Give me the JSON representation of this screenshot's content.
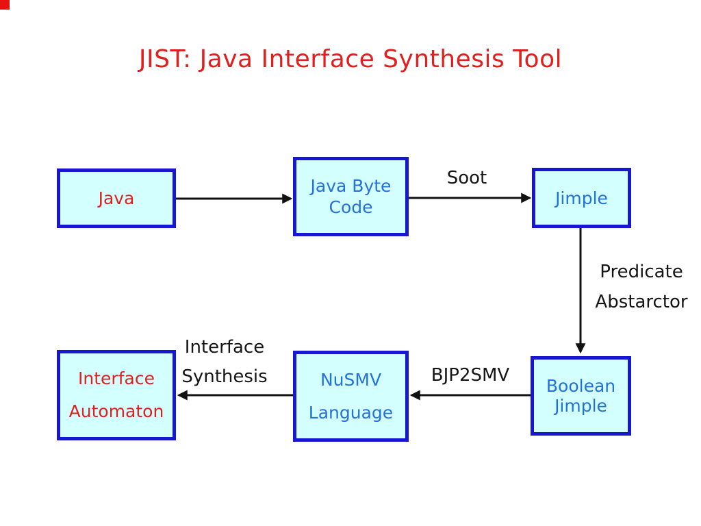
{
  "slide": {
    "title": "JIST: Java Interface Synthesis Tool"
  },
  "colors": {
    "title_red": "#e01f1f",
    "node_text_red": "#e01f1f",
    "node_text_blue": "#2472d8",
    "node_fill": "#d4ffff",
    "node_border": "#1717cf",
    "arrow_black": "#111111",
    "corner_marker_red": "#e81212",
    "background": "#ffffff"
  },
  "diagram": {
    "type": "flowchart",
    "nodes": [
      {
        "id": "java",
        "lines": [
          "Java"
        ],
        "text_color": "red"
      },
      {
        "id": "java-byte-code",
        "lines": [
          "Java Byte",
          "Code"
        ],
        "text_color": "blue"
      },
      {
        "id": "jimple",
        "lines": [
          "Jimple"
        ],
        "text_color": "blue"
      },
      {
        "id": "boolean-jimple",
        "lines": [
          "Boolean",
          "Jimple"
        ],
        "text_color": "blue"
      },
      {
        "id": "nusmv-language",
        "lines": [
          "NuSMV",
          "Language"
        ],
        "text_color": "blue"
      },
      {
        "id": "interface-automaton",
        "lines": [
          "Interface",
          "Automaton"
        ],
        "text_color": "red"
      }
    ],
    "edges": [
      {
        "from": "java",
        "to": "java-byte-code",
        "label_lines": []
      },
      {
        "from": "java-byte-code",
        "to": "jimple",
        "label_lines": [
          "Soot"
        ]
      },
      {
        "from": "jimple",
        "to": "boolean-jimple",
        "label_lines": [
          "Predicate",
          "Abstarctor"
        ]
      },
      {
        "from": "boolean-jimple",
        "to": "nusmv-language",
        "label_lines": [
          "BJP2SMV"
        ]
      },
      {
        "from": "nusmv-language",
        "to": "interface-automaton",
        "label_lines": [
          "Interface",
          "Synthesis"
        ]
      }
    ]
  }
}
